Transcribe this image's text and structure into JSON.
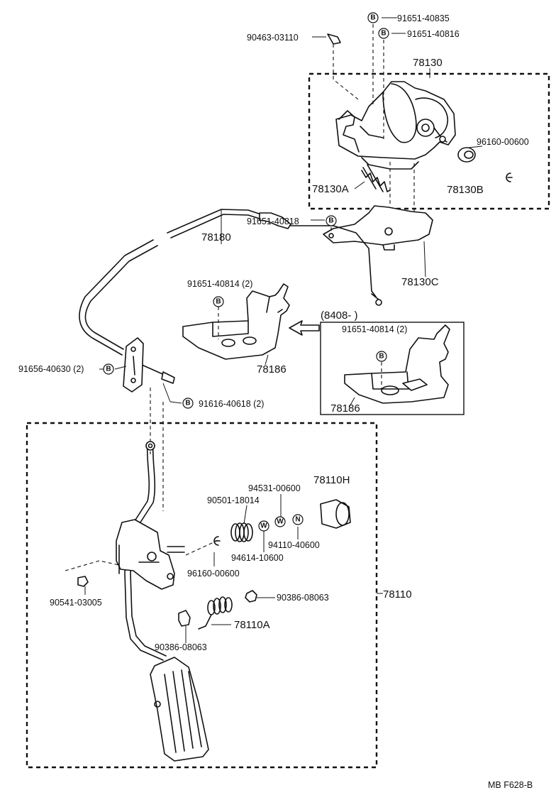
{
  "labels": {
    "p78130": "78130",
    "p78130A": "78130A",
    "p78130B": "78130B",
    "p78130C": "78130C",
    "p96160_top": "96160-00600",
    "p90463": "90463-03110",
    "p91651_40835": "91651-40835",
    "p91651_40816": "91651-40816",
    "p91651_40818": "91651-40818",
    "p78180": "78180",
    "p91651_40814_a": "91651-40814 (2)",
    "p91651_40814_b": "91651-40814 (2)",
    "p8408": "(8408-      )",
    "p78186_a": "78186",
    "p78186_b": "78186",
    "p91656": "91656-40630 (2)",
    "p91616": "91616-40618 (2)",
    "p94531": "94531-00600",
    "p78110H": "78110H",
    "p90501": "90501-18014",
    "p94110": "94110-40600",
    "p94614": "94614-10600",
    "p96160_low": "96160-00600",
    "p90541": "90541-03005",
    "p90386_a": "90386-08063",
    "p90386_b": "90386-08063",
    "p78110A": "78110A",
    "p78110": "78110",
    "footer": "MB  F628-B"
  },
  "badges": {
    "b": "B",
    "w": "W",
    "n": "N"
  }
}
